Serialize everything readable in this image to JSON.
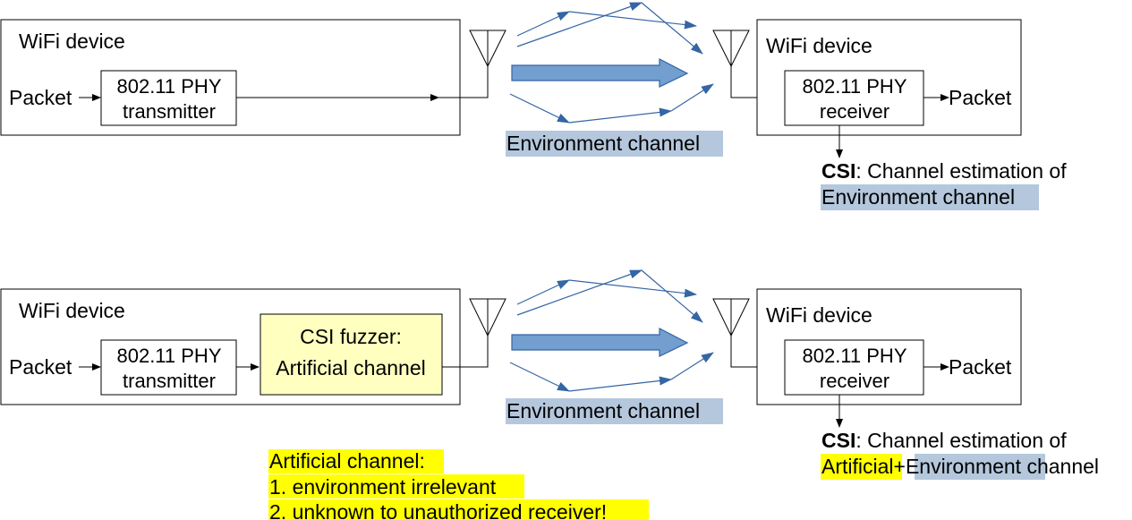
{
  "colors": {
    "ray": "#3465a4",
    "environment_highlight": "#b4c7dc",
    "artificial_highlight": "#ffff00",
    "fuzzer_fill": "#ffffc0"
  },
  "top": {
    "tx_device_label": "WiFi device",
    "packet_in": "Packet",
    "tx_phy_line1": "802.11 PHY",
    "tx_phy_line2": "transmitter",
    "channel_label": "Environment channel",
    "rx_device_label": "WiFi device",
    "rx_phy_line1": "802.11 PHY",
    "rx_phy_line2": "receiver",
    "packet_out": "Packet",
    "csi_bold": "CSI",
    "csi_rest": ": Channel estimation of",
    "csi_line2": "Environment channel"
  },
  "bottom": {
    "tx_device_label": "WiFi device",
    "packet_in": "Packet",
    "tx_phy_line1": "802.11 PHY",
    "tx_phy_line2": "transmitter",
    "fuzzer_line1": "CSI fuzzer:",
    "fuzzer_line2": "Artificial channel",
    "channel_label": "Environment channel",
    "rx_device_label": "WiFi device",
    "rx_phy_line1": "802.11 PHY",
    "rx_phy_line2": "receiver",
    "packet_out": "Packet",
    "csi_bold": "CSI",
    "csi_rest": ": Channel estimation of",
    "csi_artificial": "Artificial",
    "csi_plus": "+",
    "csi_environment": "Environment",
    "csi_channel_word": " channel"
  },
  "note": {
    "line1": "Artificial channel:",
    "line2": "1. environment irrelevant",
    "line3": "2. unknown to unauthorized receiver!"
  }
}
